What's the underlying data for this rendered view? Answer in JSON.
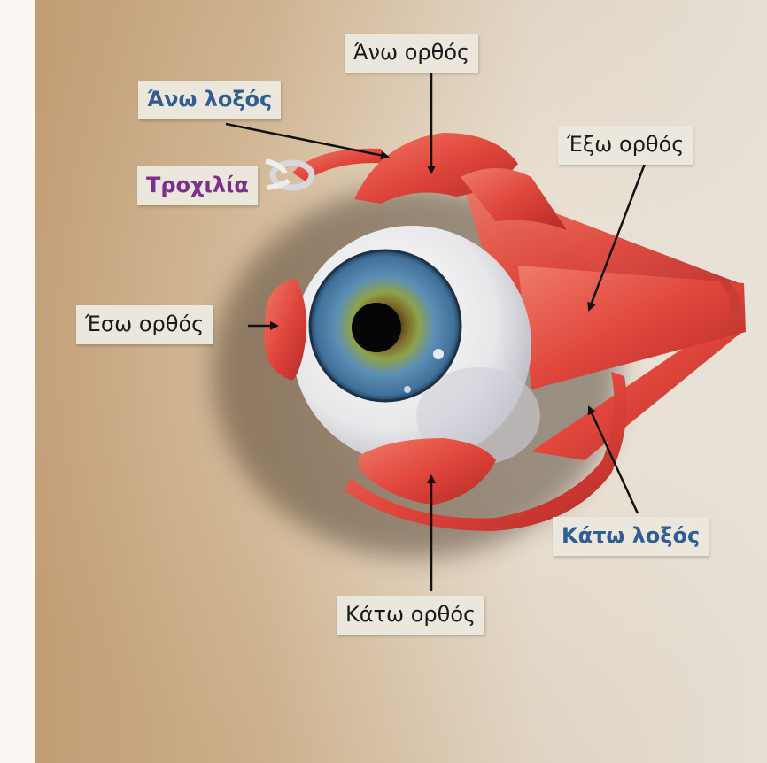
{
  "labels": {
    "superior_rectus": "Άνω ορθός",
    "superior_oblique": "Άνω λοξός",
    "trochlea": "Τροχιλία",
    "lateral_rectus": "Έξω ορθός",
    "medial_rectus": "Έσω ορθός",
    "inferior_oblique": "Κάτω λοξός",
    "inferior_rectus": "Κάτω ορθός"
  },
  "colors": {
    "black_label": "#1a1a1a",
    "blue_label": "#2f5e92",
    "purple_label": "#7d2f8e",
    "muscle": "#e0463c",
    "label_bg": "#ece7dd"
  }
}
